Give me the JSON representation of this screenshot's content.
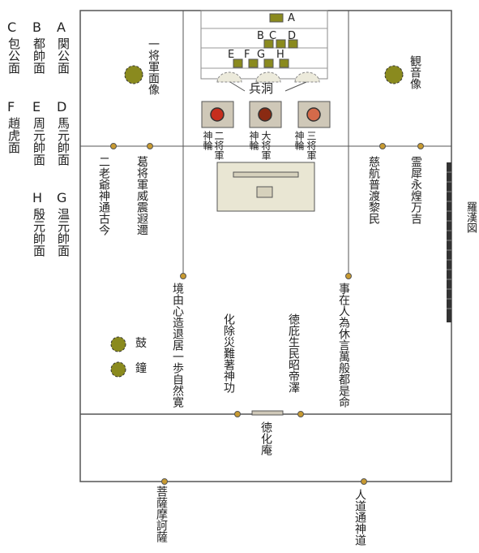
{
  "legend": [
    {
      "letter": "A",
      "name": "関公面"
    },
    {
      "letter": "B",
      "name": "都帥面"
    },
    {
      "letter": "C",
      "name": "包公面"
    },
    {
      "letter": "D",
      "name": "馬元帥面"
    },
    {
      "letter": "E",
      "name": "周元帥面"
    },
    {
      "letter": "F",
      "name": "趙虎面"
    },
    {
      "letter": "G",
      "name": "温元帥面"
    },
    {
      "letter": "H",
      "name": "殷元帥面"
    }
  ],
  "masks": {
    "A": "A",
    "B": "B",
    "C": "C",
    "D": "D",
    "E": "E",
    "F": "F",
    "G": "G",
    "H": "H"
  },
  "labels": {
    "general_image": "一将軍面像",
    "guanyin_image": "観音像",
    "weapons_room": "兵洞",
    "second_general": "二将軍",
    "great_general": "大将軍",
    "third_general": "三将軍",
    "shenkou": "神輪",
    "luohan": "羅漢図",
    "drum": "鼓",
    "bell": "鐘",
    "dehua_an": "徳化庵"
  },
  "plaques": {
    "left_outer": "二老爺神通古今",
    "left_inner": "葛将軍威震遐邇",
    "right_inner": "慈航普渡黎民",
    "right_outer": "霊犀永煌万吉",
    "pillar_left": "境由心造退居一歩自然寛",
    "pillar_right": "事在人為休言萬般都是命",
    "center_left": "化除災難著神功",
    "center_right": "徳庇生民昭帝澤",
    "gate_left": "菩薩摩訶薩",
    "gate_right": "人道通神道"
  },
  "colors": {
    "line": "#555555",
    "olive": "#8a8a1e",
    "olive_dark": "#6b6b10",
    "pin": "#c89a30",
    "altar": "#e9e6d3",
    "box": "#cfc8b8",
    "red1": "#c62e1e",
    "red2": "#8a2a12",
    "red3": "#d46a4a"
  }
}
